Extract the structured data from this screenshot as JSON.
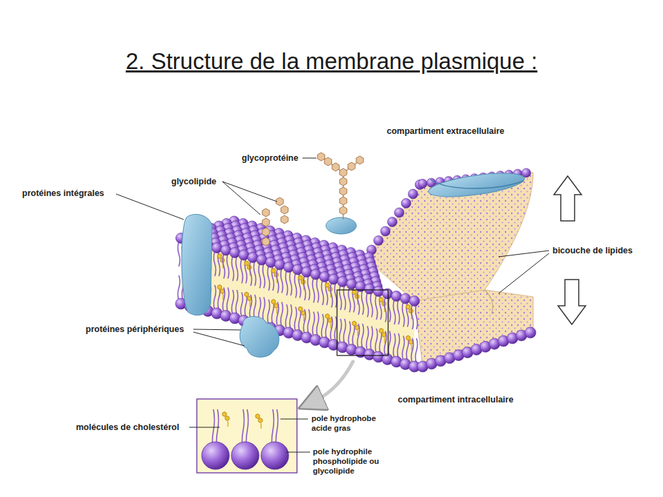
{
  "diagram": {
    "title": "2. Structure de la membrane plasmique :",
    "labels": [
      "compartiment extracellulaire",
      "glycoprotéine",
      "glycolipide",
      "protéines intégrales",
      "bicouche de lipides",
      "protéines périphériques",
      "compartiment intracellulaire",
      "molécules de cholestérol",
      "pole hydrophobe acide gras",
      "pole hydrophile phospholipide ou glycolipide"
    ]
  }
}
